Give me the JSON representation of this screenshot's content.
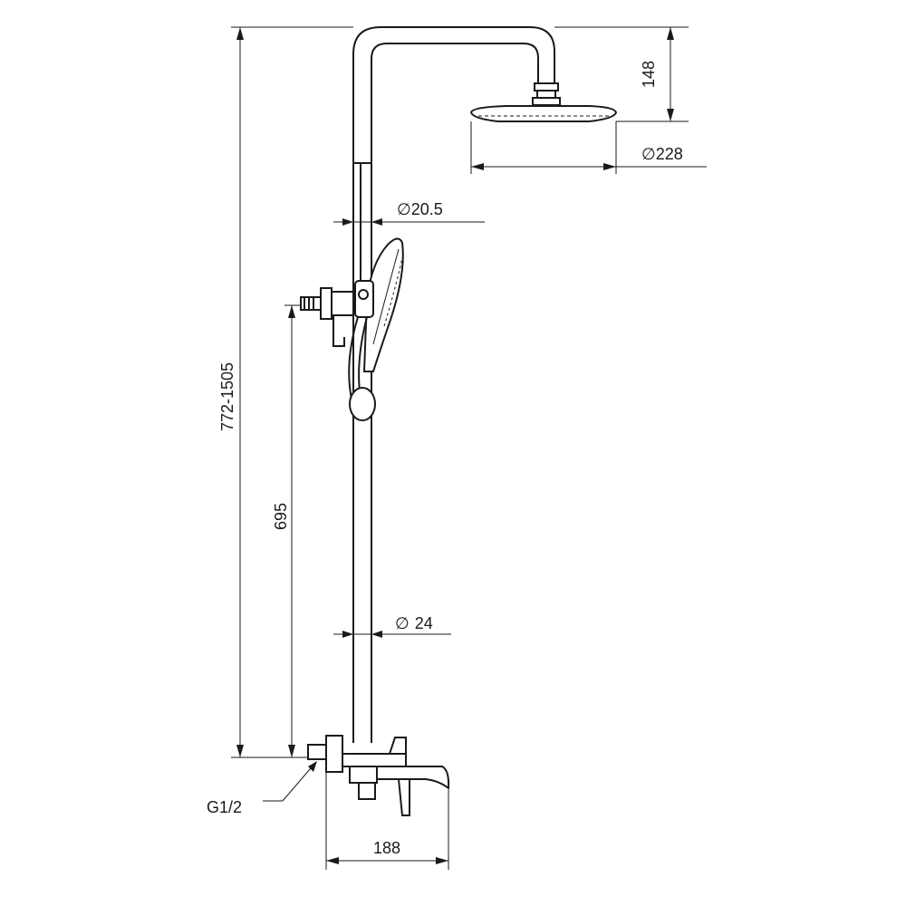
{
  "dimensions": {
    "head_height": "148",
    "head_diameter": "228",
    "upper_pipe_diameter": "20.5",
    "lower_pipe_diameter": "24",
    "total_height": "772-1505",
    "outlet_height": "695",
    "inlet_thread": "G1/2",
    "mixer_width": "188"
  },
  "diameter_symbol": "∅"
}
